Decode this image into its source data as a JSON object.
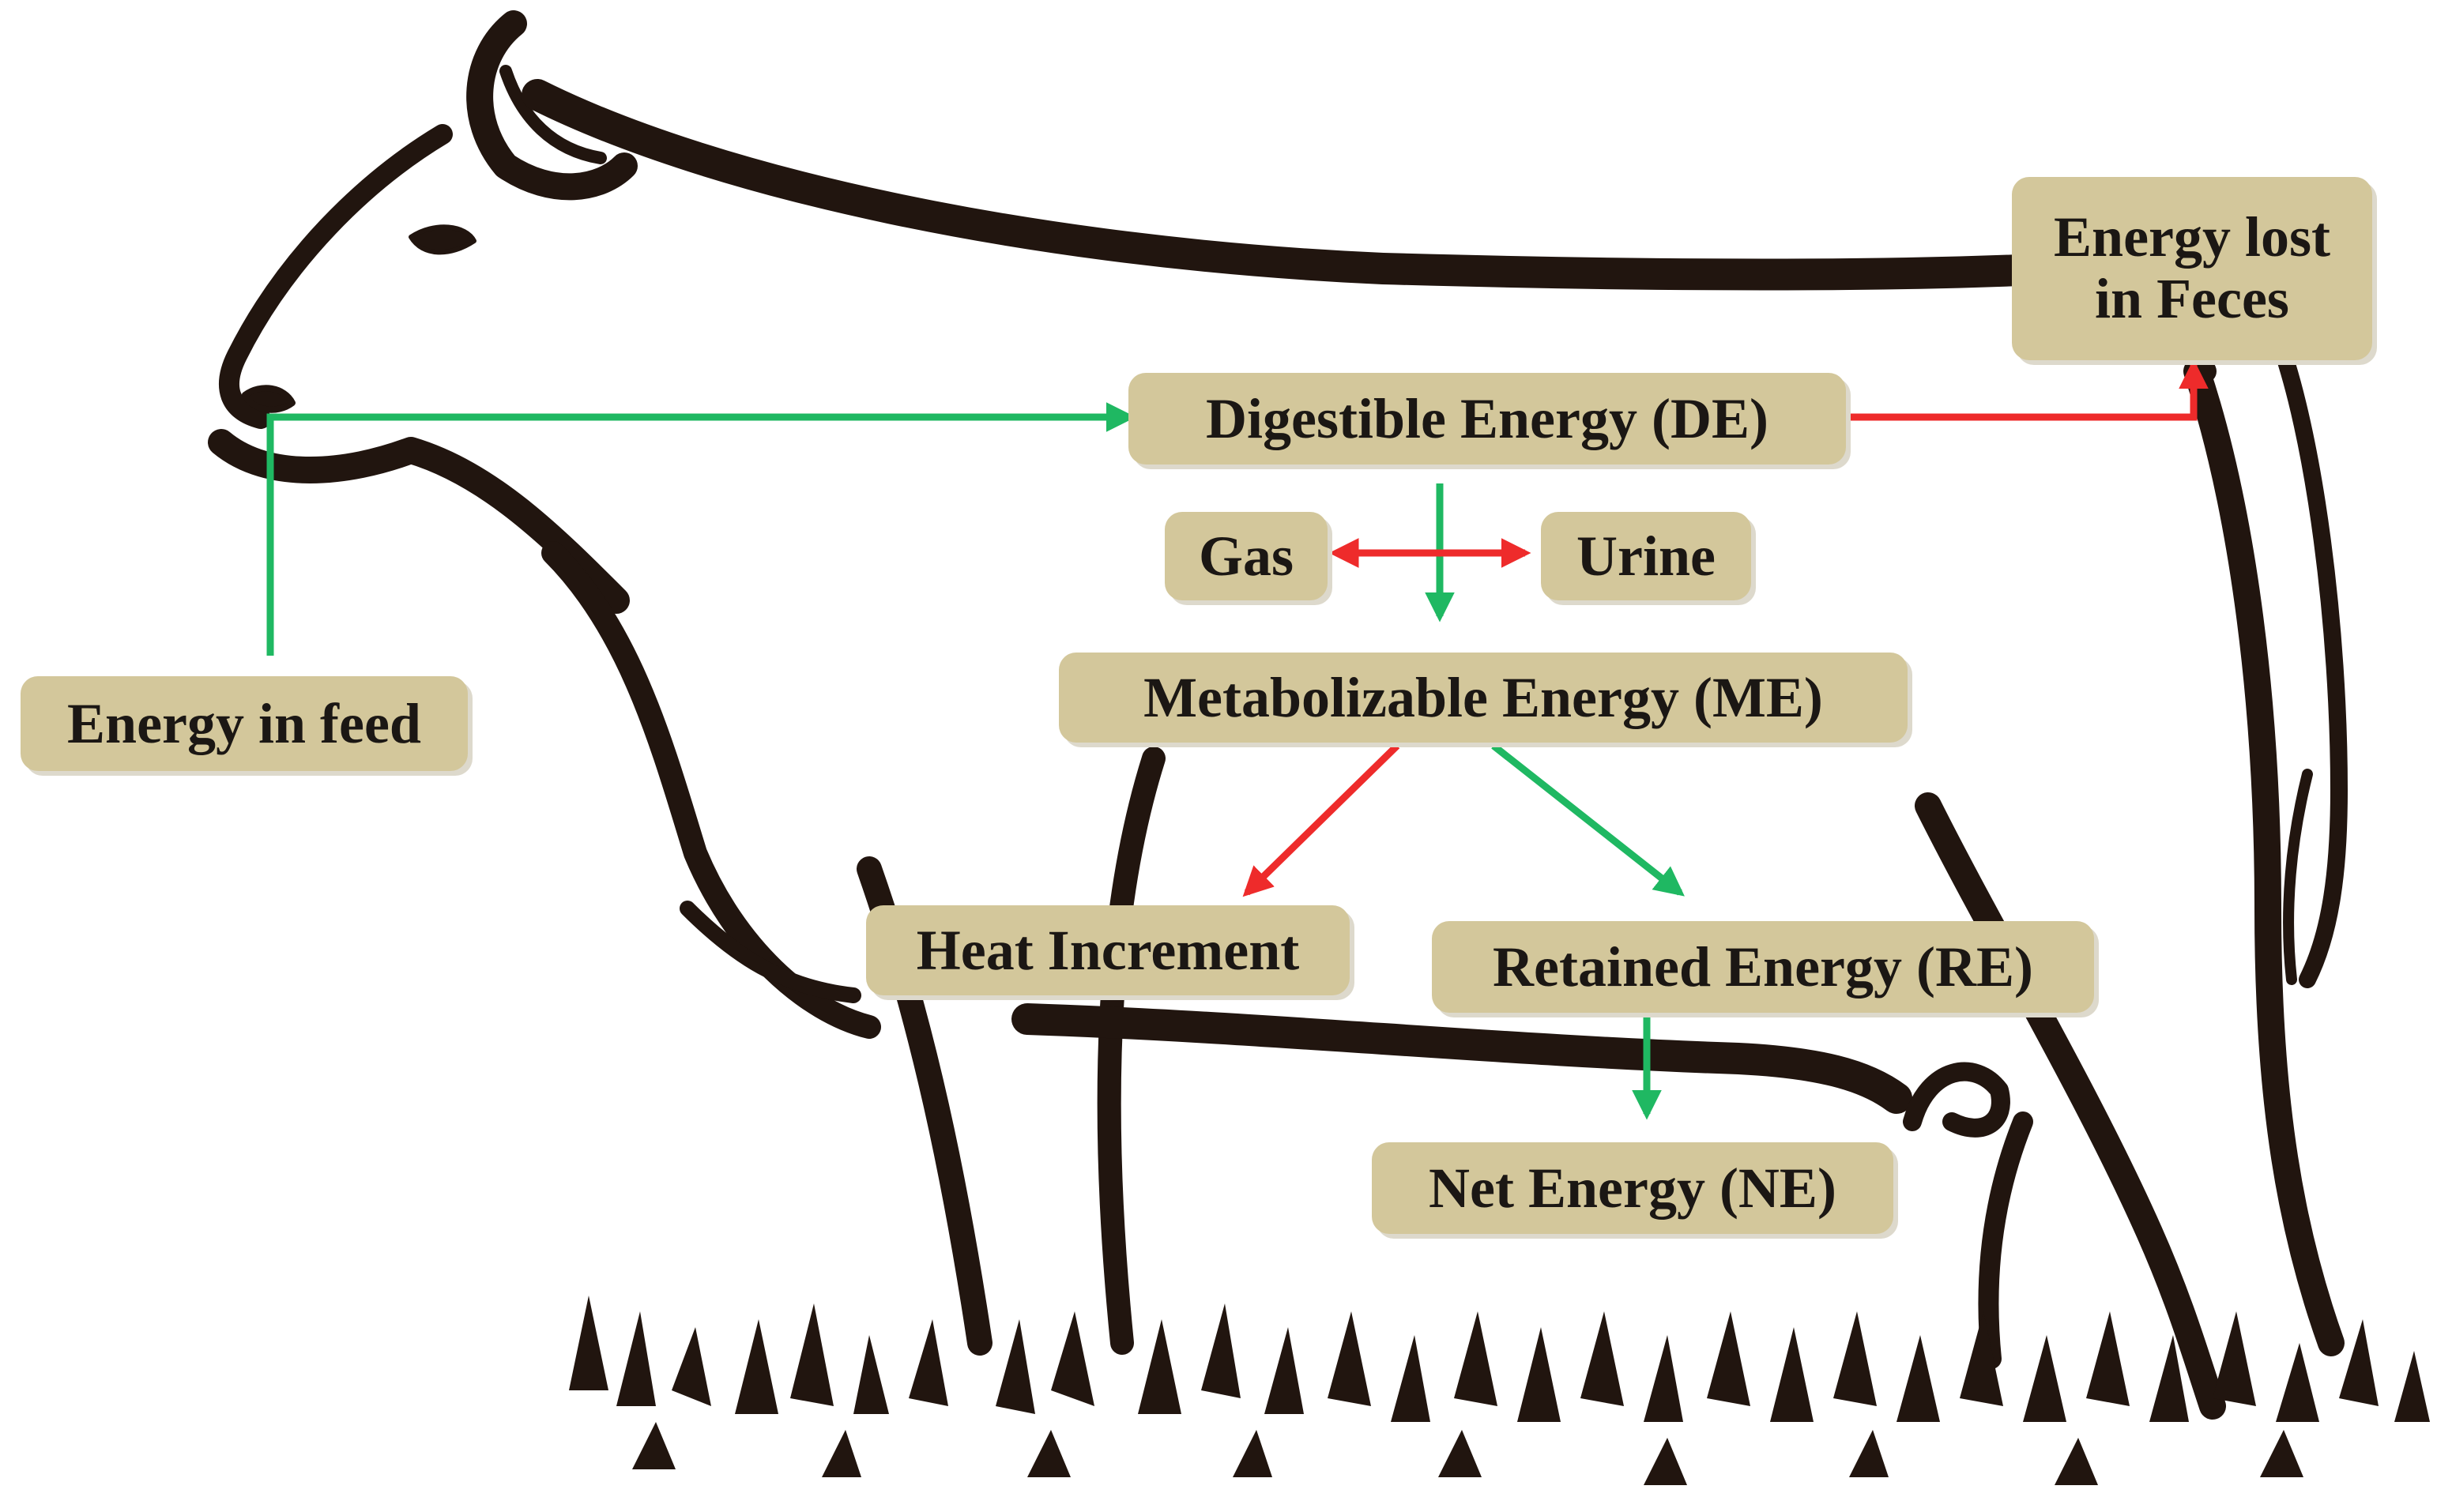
{
  "labels": {
    "feed": "Energy in feed",
    "de": "Digestible Energy  (DE)",
    "feces_line1": "Energy lost",
    "feces_line2": "in Feces",
    "gas": "Gas",
    "urine": "Urine",
    "me": "Metabolizable Energy  (ME)",
    "heat": "Heat Increment",
    "re": "Retained Energy (RE)",
    "ne": "Net Energy (NE)"
  },
  "colors": {
    "gain_arrow": "#1fb862",
    "loss_arrow": "#ee2b2b",
    "box_fill": "#d3c79b",
    "outline": "#21150f",
    "text": "#1b1714"
  }
}
